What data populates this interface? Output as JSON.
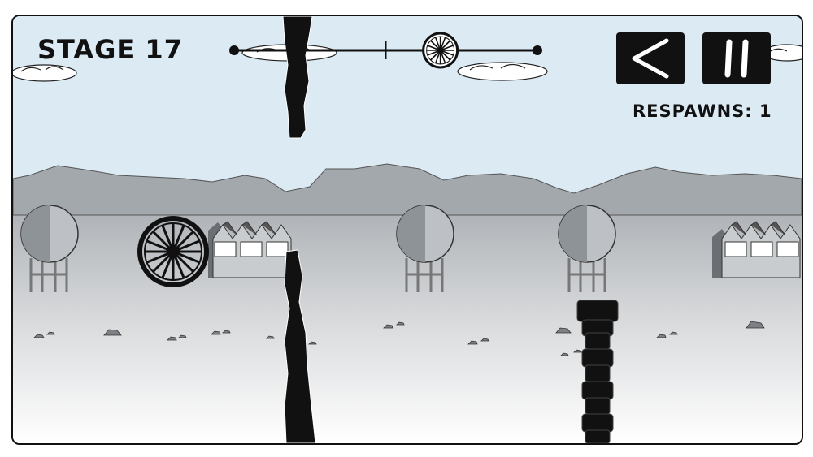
{
  "hud": {
    "stage_label": "STAGE 17",
    "respawns_label": "RESPAWNS: 1",
    "back_icon": "chevron-left-icon",
    "pause_icon": "pause-icon"
  },
  "level_progress": {
    "player_progress": 0.68,
    "checkpoint_progress": 0.5
  },
  "colors": {
    "sky": "#dceaf4",
    "mountains": "#a3a8ad",
    "ground_top": "#b0b4b8",
    "ground_bottom": "#ffffff",
    "ink": "#111111"
  }
}
